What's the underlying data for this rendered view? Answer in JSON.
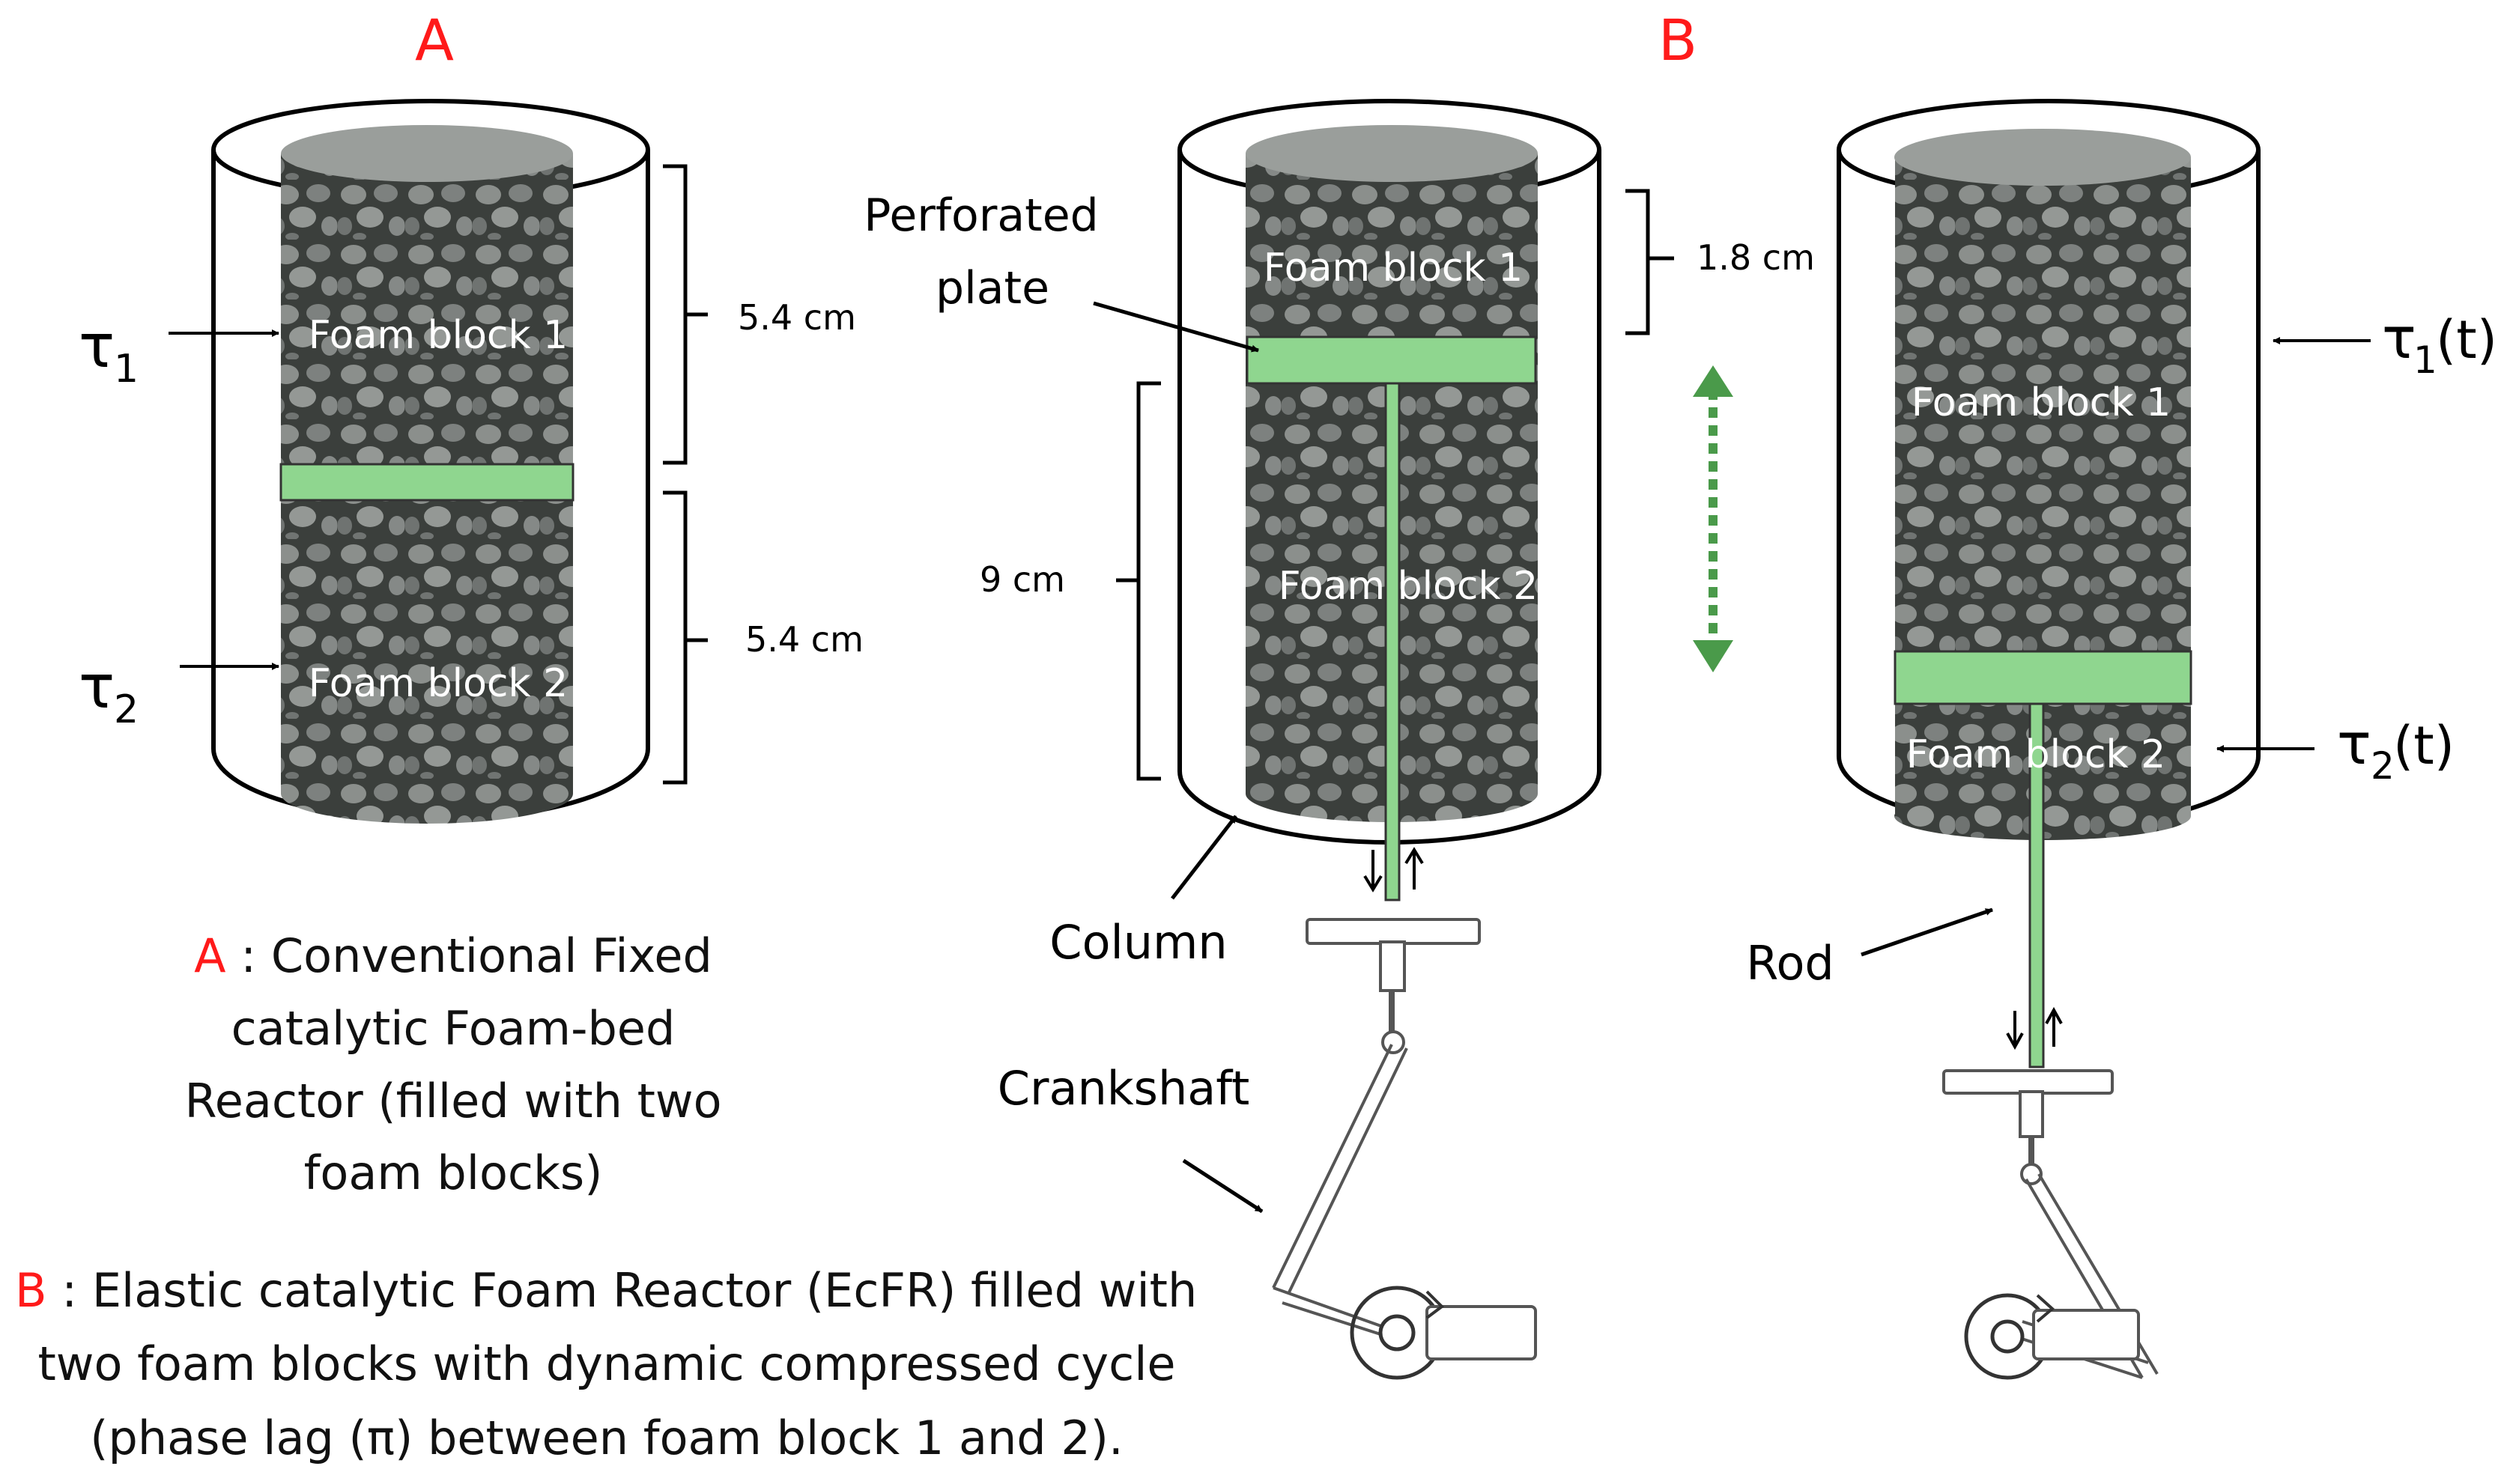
{
  "panel_a": {
    "label": "A",
    "foam_block_1": "Foam block 1",
    "foam_block_2": "Foam block 2",
    "tau_1": "τ",
    "tau_1_sub": "1",
    "tau_2": "τ",
    "tau_2_sub": "2",
    "height_1": "5.4 cm",
    "height_2": "5.4 cm"
  },
  "panel_b": {
    "label": "B",
    "perforated_plate_line1": "Perforated",
    "perforated_plate_line2": "plate",
    "foam_block_1": "Foam block 1",
    "foam_block_2": "Foam block 2",
    "height_top": "1.8 cm",
    "height_bottom": "9 cm",
    "column": "Column",
    "crankshaft": "Crankshaft",
    "rod": "Rod",
    "right_foam_block_1": "Foam block 1",
    "right_foam_block_2": "Foam block 2",
    "tau_1": "τ",
    "tau_1_sub": "1",
    "tau_1_suffix": "(t)",
    "tau_2": "τ",
    "tau_2_sub": "2",
    "tau_2_suffix": "(t)"
  },
  "caption_a": {
    "letter": "A",
    "line1": " : Conventional  Fixed",
    "line2": "catalytic Foam-bed",
    "line3": "Reactor (filled with two",
    "line4": "foam blocks)"
  },
  "caption_b": {
    "letter": "B",
    "line1": " : Elastic catalytic Foam Reactor (EcFR) filled with",
    "line2": "two foam blocks with dynamic compressed cycle",
    "line3": "(phase lag (π) between  foam block 1 and 2)."
  },
  "colors": {
    "accent_red": "#ff1a1a",
    "plate_green": "#8fd68f",
    "arrow_green": "#4a9a4a",
    "foam_dark": "#3a3d3a"
  }
}
